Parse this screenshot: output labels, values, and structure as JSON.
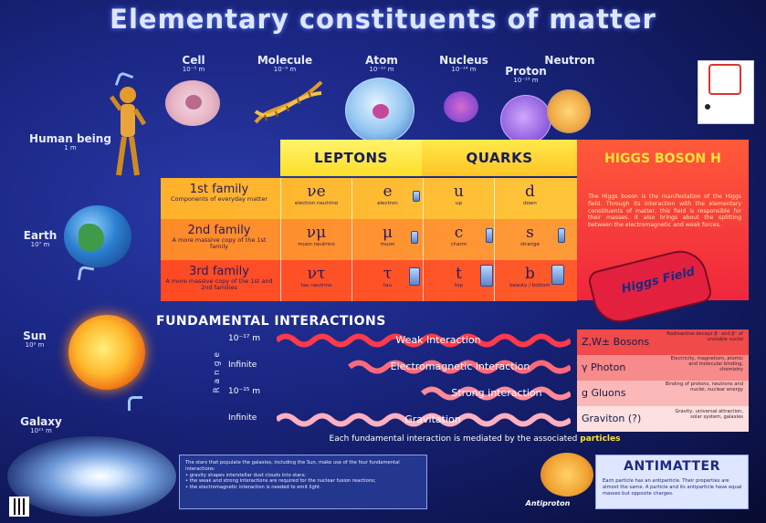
{
  "title": "Elementary constituents of matter",
  "scales": {
    "cell": {
      "label": "Cell",
      "size": "10⁻⁵ m"
    },
    "molecule": {
      "label": "Molecule",
      "size": "10⁻⁹ m"
    },
    "atom": {
      "label": "Atom",
      "size": "10⁻¹⁰ m"
    },
    "nucleus": {
      "label": "Nucleus",
      "size": "10⁻¹⁴ m"
    },
    "proton": {
      "label": "Proton",
      "size": "10⁻¹⁵ m"
    },
    "neutron": {
      "label": "Neutron"
    },
    "human": {
      "label": "Human being",
      "size": "1 m"
    },
    "earth": {
      "label": "Earth",
      "size": "10⁷ m"
    },
    "sun": {
      "label": "Sun",
      "size": "10⁹ m"
    },
    "galaxy": {
      "label": "Galaxy",
      "size": "10²¹ m"
    }
  },
  "table": {
    "leptons": "LEPTONS",
    "quarks": "QUARKS",
    "higgs_title": "HIGGS BOSON H",
    "higgs_text": "The Higgs boson is the manifestation of the Higgs field. Through its interaction with the elementary constituents of matter, this field is responsible for their masses. It also brings about the splitting between the electromagnetic and weak forces.",
    "higgs_field": "Higgs Field",
    "families": [
      {
        "title": "1st family",
        "sub": "Components of everyday matter",
        "particles": [
          {
            "sym": "νe",
            "name": "electron neutrino"
          },
          {
            "sym": "e",
            "name": "electron"
          },
          {
            "sym": "u",
            "name": "up"
          },
          {
            "sym": "d",
            "name": "down"
          }
        ]
      },
      {
        "title": "2nd family",
        "sub": "A more massive copy of the 1st family",
        "particles": [
          {
            "sym": "νμ",
            "name": "muon neutrino"
          },
          {
            "sym": "μ",
            "name": "muon"
          },
          {
            "sym": "c",
            "name": "charm"
          },
          {
            "sym": "s",
            "name": "strange"
          }
        ]
      },
      {
        "title": "3rd family",
        "sub": "A more massive copy of the 1st and 2nd families",
        "particles": [
          {
            "sym": "ντ",
            "name": "tau neutrino"
          },
          {
            "sym": "τ",
            "name": "tau"
          },
          {
            "sym": "t",
            "name": "top"
          },
          {
            "sym": "b",
            "name": "beauty / bottom"
          }
        ]
      }
    ]
  },
  "interactions": {
    "title": "FUNDAMENTAL INTERACTIONS",
    "range_label": "Range",
    "rows": [
      {
        "range": "10⁻¹⁷ m",
        "name": "Weak Interaction",
        "boson": "Z,W± Bosons",
        "desc": "Radioactive decays β⁻ and β⁺ of unstable nuclei",
        "color": "#ff4a5a"
      },
      {
        "range": "Infinite",
        "name": "Electromagnetic interaction",
        "boson": "γ Photon",
        "desc": "Electricity, magnetism, atomic and molecular binding, chemistry",
        "color": "#ff7a8a"
      },
      {
        "range": "10⁻¹⁵ m",
        "name": "Strong interaction",
        "boson": "g Gluons",
        "desc": "Binding of protons, neutrons and nuclei, nuclear energy",
        "color": "#ff98a8"
      },
      {
        "range": "Infinite",
        "name": "Gravitation",
        "boson": "Graviton (?)",
        "desc": "Gravity, universal attraction, solar system, galaxies",
        "color": "#ffb8c4"
      }
    ],
    "mediated_prefix": "Each fundamental interaction is mediated by the associated ",
    "mediated_emph": "particles"
  },
  "stars": {
    "lines": [
      "The stars that populate the galaxies, including the Sun, make use of the four fundamental interactions:",
      "• gravity shapes interstellar dust clouds into stars;",
      "• the weak and strong interactions are required for the nuclear fusion reactions;",
      "• the electromagnetic interaction is needed to emit light."
    ]
  },
  "antimatter": {
    "title": "ANTIMATTER",
    "text": "Each particle has an antiparticle. Their properties are almost the same. A particle and its antiparticle have equal masses but opposite charges.",
    "antiproton": "Antiproton"
  },
  "colors": {
    "accent": "#ffe238",
    "bg": "#1a2682"
  }
}
